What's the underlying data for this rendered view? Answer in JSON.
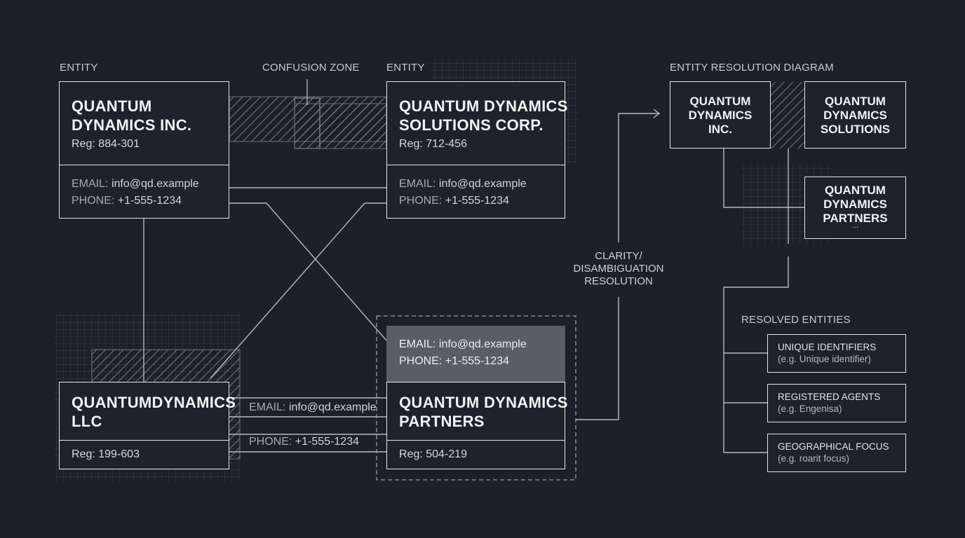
{
  "labels": {
    "entity_left": "ENTITY",
    "entity_right": "ENTITY",
    "confusion_zone": "CONFUSION ZONE",
    "resolution_diagram": "ENTITY RESOLUTION DIAGRAM",
    "clarity": [
      "CLARITY/",
      "DISAMBIGUATION",
      "RESOLUTION"
    ],
    "resolved_entities": "RESOLVED ENTITIES"
  },
  "entities": {
    "inc": {
      "title": [
        "QUANTUM",
        "DYNAMICS INC."
      ],
      "reg": "Reg: 884-301",
      "email_key": "EMAIL:",
      "email": "info@qd.example",
      "phone_key": "PHONE:",
      "phone": "+1-555-1234"
    },
    "corp": {
      "title": [
        "QUANTUM DYNAMICS",
        "SOLUTIONS CORP."
      ],
      "reg": "Reg: 712-456",
      "email_key": "EMAIL:",
      "email": "info@qd.example",
      "phone_key": "PHONE:",
      "phone": "+1-555-1234"
    },
    "llc": {
      "title": [
        "QUANTUMDYNAMICS",
        "LLC"
      ],
      "reg": "Reg: 199-603"
    },
    "partners": {
      "title": [
        "QUANTUM DYNAMICS",
        "PARTNERS"
      ],
      "reg": "Reg: 504-219",
      "email_key": "EMAIL:",
      "email": "info@qd.example",
      "phone_key": "PHONE:",
      "phone": "+1-555-1234"
    },
    "between": {
      "email_key": "EMAIL:",
      "email": "info@qd.example",
      "phone_key": "PHONE:",
      "phone": "+1-555-1234"
    }
  },
  "resolution": {
    "inc": [
      "QUANTUM",
      "DYNAMICS",
      "INC."
    ],
    "solutions": [
      "QUANTUM",
      "DYNAMICS",
      "SOLUTIONS"
    ],
    "partners": [
      "QUANTUM",
      "DYNAMICS",
      "PARTNERS"
    ],
    "partners_ellipsis": "..."
  },
  "resolved": [
    {
      "title": "UNIQUE IDENTIFIERS",
      "sub": "(e.g. Unique identifier)"
    },
    {
      "title": "REGISTERED AGENTS",
      "sub": "(e.g. Engenisa)"
    },
    {
      "title": "GEOGRAPHICAL FOCUS",
      "sub": "(e.g. roarit focus)"
    }
  ],
  "colors": {
    "background": "#1d1f2a",
    "line": "#e4e4ea",
    "connector": "#b9b9c2",
    "highlight": "#5b5d66"
  }
}
